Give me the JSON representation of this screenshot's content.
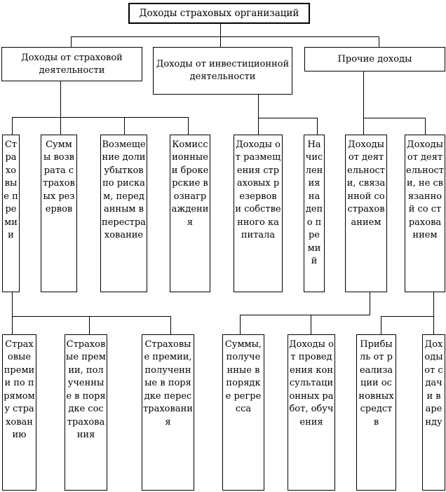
{
  "diagram": {
    "root": {
      "label": "Доходы страховых организаций"
    },
    "level2": [
      {
        "label": "Доходы от страховой деятельности"
      },
      {
        "label": "Доходы от инвестиционной деятельности"
      },
      {
        "label": "Прочие доходы"
      }
    ],
    "level3": [
      {
        "label": "Страховые премии"
      },
      {
        "label": "Суммы возврата страховых резервов"
      },
      {
        "label": "Возмещение доли убытков по рискам, переданным в перестрахование"
      },
      {
        "label": "Комиссионные и брокерские вознаграждения"
      },
      {
        "label": "Доходы от размещения страховых резервов и собственного капитала"
      },
      {
        "label": "Начисления на депо премий"
      },
      {
        "label": "Доходы от деятельности, связанной со страхованием"
      },
      {
        "label": "Доходы от деятельности, не связанной со страхованием"
      }
    ],
    "level4": [
      {
        "label": "Страховые премии по прямому страхованию"
      },
      {
        "label": "Страховые премии, полученные в порядке сострахования"
      },
      {
        "label": "Страховые премии, полученные в порядке перестрахования"
      },
      {
        "label": "Суммы, полученные в порядке регресса"
      },
      {
        "label": "Доходы от проведения консультационных работ, обучения"
      },
      {
        "label": "Прибыль от реализации основных средств"
      },
      {
        "label": "Доходы от сдачи в аренду"
      }
    ]
  }
}
